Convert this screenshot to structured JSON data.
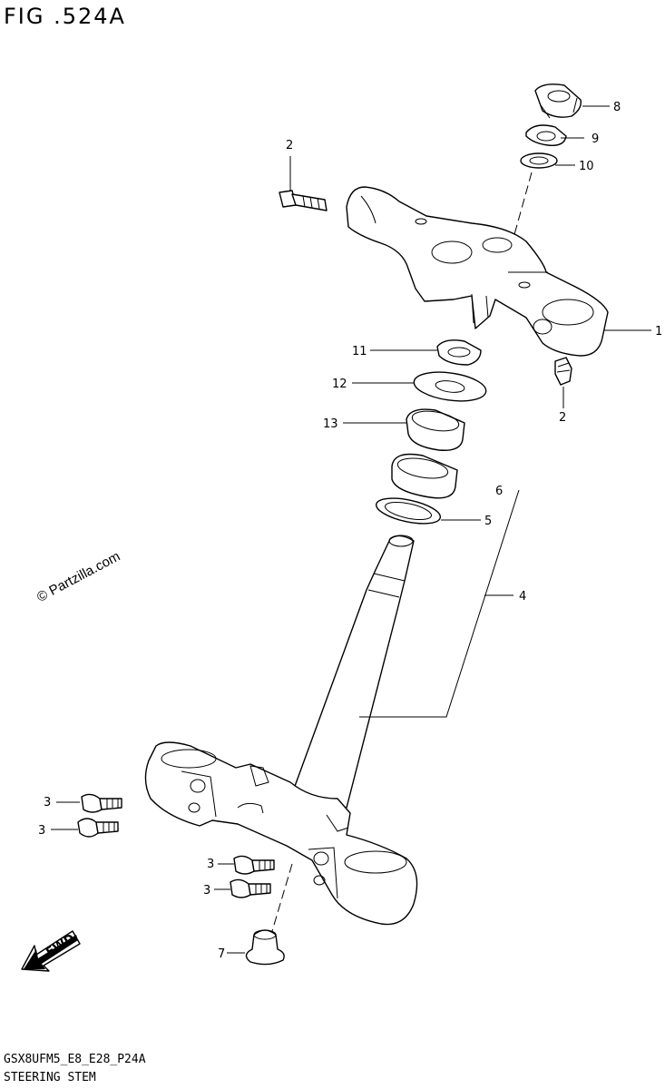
{
  "figure_title": "FIG .524A",
  "footer": {
    "code": "GSX8UFM5_E8_E28_P24A",
    "name": "STEERING STEM"
  },
  "watermark": "© Partzilla.com",
  "fwd_label": "FWD",
  "callouts": [
    "1",
    "2",
    "2",
    "3",
    "3",
    "3",
    "3",
    "4",
    "5",
    "6",
    "7",
    "8",
    "9",
    "10",
    "11",
    "12",
    "13"
  ]
}
